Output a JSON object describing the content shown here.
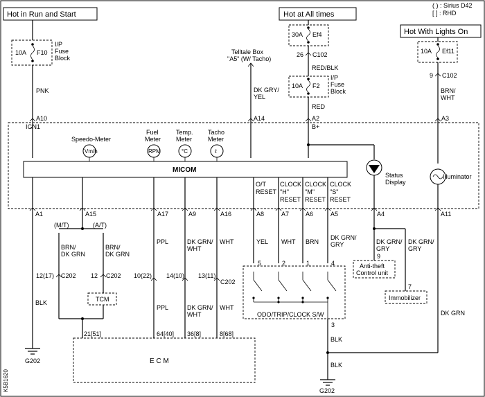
{
  "legend": {
    "curly_label": "Sirius D42",
    "square_label": "RHD"
  },
  "power": {
    "run_start": "Hot in Run and Start",
    "all_times": "Hot at All times",
    "lights_on": "Hot With Lights On"
  },
  "fuses": {
    "f10": {
      "amp": "10A",
      "name": "F10",
      "block_line1": "I/P",
      "block_line2": "Fuse",
      "block_line3": "Block"
    },
    "ef4": {
      "amp": "30A",
      "name": "Ef4"
    },
    "f2": {
      "amp": "10A",
      "name": "F2",
      "block_line1": "I/P",
      "block_line2": "Fuse",
      "block_line3": "Block"
    },
    "ef11": {
      "amp": "10A",
      "name": "Ef11"
    }
  },
  "connectors": {
    "c102_26": "26",
    "c102_26_name": "C102",
    "c102_9": "9",
    "c102_9_name": "C102",
    "c202_a": "12(17)",
    "c202_a_name": "C202",
    "c202_b": "12",
    "c202_b_name": "C202",
    "c202_c": "10(22)",
    "c202_d": "14(10)",
    "c202_e": "13(11)",
    "c202_e_name": "C202",
    "ecm_pin_21": "21[51]",
    "ecm_pin_64": "64[40]",
    "ecm_pin_36": "36[8]",
    "ecm_pin_8": "8[68]"
  },
  "telltale": {
    "line1": "Telltale Box",
    "line2": "\"A5\" (W/ Tacho)"
  },
  "wires": {
    "pnk": "PNK",
    "dkgry_yel_1": "DK GRY/",
    "dkgry_yel_2": "YEL",
    "red_blk": "RED/BLK",
    "red": "RED",
    "brn_wht_1": "BRN/",
    "brn_wht_2": "WHT",
    "ign1": "IGN1",
    "bplus": "B+",
    "brn_dkgrn_1a": "BRN/",
    "brn_dkgrn_1b": "DK GRN",
    "brn_dkgrn_2a": "BRN/",
    "brn_dkgrn_2b": "DK GRN",
    "blk_left": "BLK",
    "ppl_1": "PPL",
    "ppl_2": "PPL",
    "dkgrn_wht_1a": "DK GRN/",
    "dkgrn_wht_1b": "WHT",
    "dkgrn_wht_2a": "DK GRN/",
    "dkgrn_wht_2b": "WHT",
    "wht_1": "WHT",
    "wht_2": "WHT",
    "yel": "YEL",
    "wht_a7": "WHT",
    "brn_a6": "BRN",
    "dkgrn_gry_a5_1": "DK GRN/",
    "dkgrn_gry_a5_2": "GRY",
    "dkgrn_gry_at_1": "DK GRN/",
    "dkgrn_gry_at_2": "GRY",
    "dkgrn_gry_im_1": "DK GRN/",
    "dkgrn_gry_im_2": "GRY",
    "blk_sw": "BLK",
    "blk_ground": "BLK",
    "dk_grn_right": "DK GRN",
    "mt": "(M/T)",
    "at": "(A/T)"
  },
  "pins": {
    "a10": "A10",
    "a14": "A14",
    "a2": "A2",
    "a3": "A3",
    "a1": "A1",
    "a15": "A15",
    "a17": "A17",
    "a9": "A9",
    "a16": "A16",
    "a8": "A8",
    "a7": "A7",
    "a6": "A6",
    "a5": "A5",
    "a4": "A4",
    "a11": "A11",
    "sw5": "5",
    "sw2": "2",
    "sw1": "1",
    "sw4": "4",
    "sw3": "3",
    "at9": "9",
    "im7": "7"
  },
  "gauges": {
    "speedo": "Speedo-Meter",
    "speedo_sym": "Vm/h",
    "fuel_1": "Fuel",
    "fuel_2": "Meter",
    "fuel_sym": "RPM",
    "temp_1": "Temp.",
    "temp_2": "Meter",
    "temp_sym": "°C",
    "tacho_1": "Tacho",
    "tacho_2": "Meter",
    "tacho_sym": "ℓ"
  },
  "micom": "MICOM",
  "resets": {
    "ot_1": "O/T",
    "ot_2": "RESET",
    "ch_1": "CLOCK",
    "ch_2": "\"H\"",
    "ch_3": "RESET",
    "cm_1": "CLOCK",
    "cm_2": "\"M\"",
    "cm_3": "RESET",
    "cs_1": "CLOCK",
    "cs_2": "\"S\"",
    "cs_3": "RESET"
  },
  "status_display_1": "Status",
  "status_display_2": "Display",
  "illuminator": "Illuminator",
  "tcm": "TCM",
  "ecm": "E C M",
  "antitheft_1": "Anti-theft",
  "antitheft_2": "Control unit",
  "immobilizer": "Immobilizer",
  "odo_switch": "ODO/TRIP/CLOCK S/W",
  "ground_left": "G202",
  "ground_right": "G202",
  "figure_code": "K5B1620"
}
